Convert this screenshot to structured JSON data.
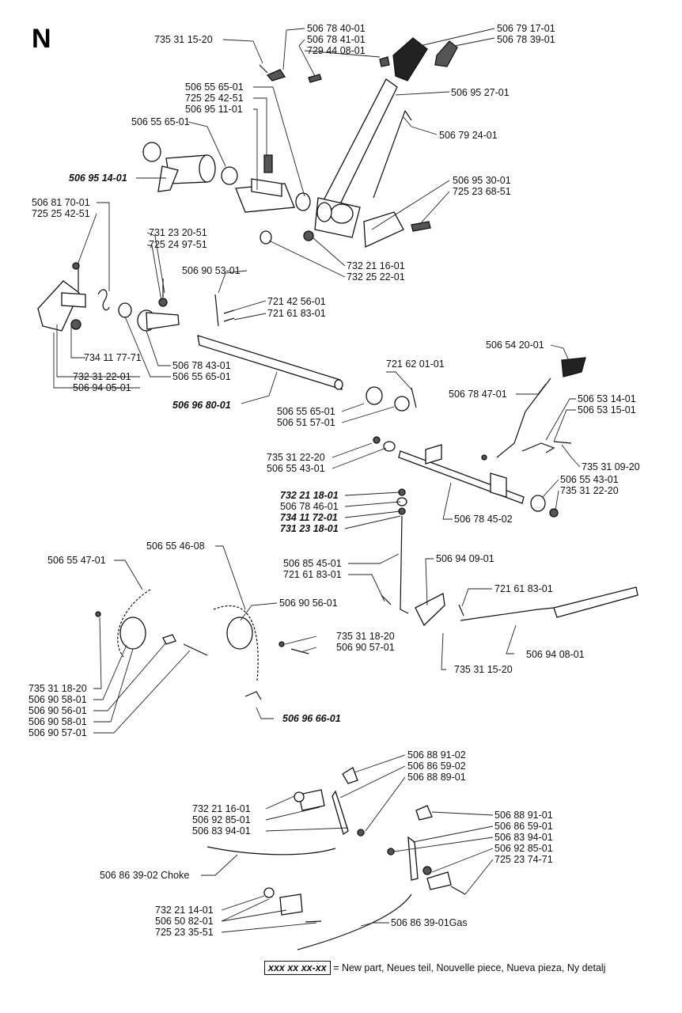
{
  "section": "N",
  "labels": [
    {
      "id": "l1",
      "text": "735 31 15-20"
    },
    {
      "id": "l2",
      "text": "506 78 40-01"
    },
    {
      "id": "l3",
      "text": "506 78 41-01"
    },
    {
      "id": "l4",
      "text": "729 44 08-01"
    },
    {
      "id": "l5",
      "text": "506 79 17-01"
    },
    {
      "id": "l6",
      "text": "506 78 39-01"
    },
    {
      "id": "l7",
      "text": "506 95 27-01"
    },
    {
      "id": "l8",
      "text": "506 79 24-01"
    },
    {
      "id": "l9",
      "text": "506 55 65-01"
    },
    {
      "id": "l10",
      "text": "725 25 42-51"
    },
    {
      "id": "l11",
      "text": "506 95 11-01"
    },
    {
      "id": "l12",
      "text": "506 55 65-01"
    },
    {
      "id": "l13",
      "text": "506 95 14-01",
      "bold": true
    },
    {
      "id": "l14",
      "text": "506 95 30-01"
    },
    {
      "id": "l15",
      "text": "725 23 68-51"
    },
    {
      "id": "l16",
      "text": "506 81 70-01"
    },
    {
      "id": "l17",
      "text": "725 25 42-51"
    },
    {
      "id": "l18",
      "text": "731 23 20-51"
    },
    {
      "id": "l19",
      "text": "725 24 97-51"
    },
    {
      "id": "l20",
      "text": "732 21 16-01"
    },
    {
      "id": "l21",
      "text": "732 25 22-01"
    },
    {
      "id": "l22",
      "text": "506 90 53-01"
    },
    {
      "id": "l23",
      "text": "721 42 56-01"
    },
    {
      "id": "l24",
      "text": "721 61 83-01"
    },
    {
      "id": "l25",
      "text": "506 54 20-01"
    },
    {
      "id": "l26",
      "text": "734 11 77-71"
    },
    {
      "id": "l27",
      "text": "506 78 43-01"
    },
    {
      "id": "l28",
      "text": "732 31 22-01"
    },
    {
      "id": "l29",
      "text": "506 55 65-01"
    },
    {
      "id": "l30",
      "text": "506 94 05-01"
    },
    {
      "id": "l31",
      "text": "721 62 01-01"
    },
    {
      "id": "l32",
      "text": "506 78 47-01"
    },
    {
      "id": "l33",
      "text": "506 53 14-01"
    },
    {
      "id": "l34",
      "text": "506 53 15-01"
    },
    {
      "id": "l35",
      "text": "506 96 80-01",
      "bold": true
    },
    {
      "id": "l36",
      "text": "506 55 65-01"
    },
    {
      "id": "l37",
      "text": "506 51 57-01"
    },
    {
      "id": "l38",
      "text": "735 31 22-20"
    },
    {
      "id": "l39",
      "text": "506 55 43-01"
    },
    {
      "id": "l40",
      "text": "735 31 09-20"
    },
    {
      "id": "l41",
      "text": "506 55 43-01"
    },
    {
      "id": "l42",
      "text": "735 31 22-20"
    },
    {
      "id": "l43",
      "text": "732 21 18-01",
      "bold": true
    },
    {
      "id": "l44",
      "text": "506 78 46-01"
    },
    {
      "id": "l45",
      "text": "734 11 72-01",
      "bold": true
    },
    {
      "id": "l46",
      "text": "731 23 18-01",
      "bold": true
    },
    {
      "id": "l47",
      "text": "506 78 45-02"
    },
    {
      "id": "l48",
      "text": "506 55 46-08"
    },
    {
      "id": "l49",
      "text": "506 55 47-01"
    },
    {
      "id": "l50",
      "text": "506 85 45-01"
    },
    {
      "id": "l51",
      "text": "721 61 83-01"
    },
    {
      "id": "l52",
      "text": "506 94 09-01"
    },
    {
      "id": "l53",
      "text": "506 90 56-01"
    },
    {
      "id": "l54",
      "text": "721 61 83-01"
    },
    {
      "id": "l55",
      "text": "735 31 18-20"
    },
    {
      "id": "l56",
      "text": "506 90 57-01"
    },
    {
      "id": "l57",
      "text": "506 94 08-01"
    },
    {
      "id": "l58",
      "text": "735 31 18-20"
    },
    {
      "id": "l59",
      "text": "506 90 58-01"
    },
    {
      "id": "l60",
      "text": "506 90 56-01"
    },
    {
      "id": "l61",
      "text": "506 90 58-01"
    },
    {
      "id": "l62",
      "text": "506 90 57-01"
    },
    {
      "id": "l63",
      "text": "735 31 15-20"
    },
    {
      "id": "l64",
      "text": "506 96 66-01",
      "bold": true
    },
    {
      "id": "l65",
      "text": "506 88 91-02"
    },
    {
      "id": "l66",
      "text": "506 86 59-02"
    },
    {
      "id": "l67",
      "text": "506 88 89-01"
    },
    {
      "id": "l68",
      "text": "732 21 16-01"
    },
    {
      "id": "l69",
      "text": "506 92 85-01"
    },
    {
      "id": "l70",
      "text": "506 83 94-01"
    },
    {
      "id": "l71",
      "text": "506 88 91-01"
    },
    {
      "id": "l72",
      "text": "506 86 59-01"
    },
    {
      "id": "l73",
      "text": "506 83 94-01"
    },
    {
      "id": "l74",
      "text": "506 92 85-01"
    },
    {
      "id": "l75",
      "text": "725 23 74-71"
    },
    {
      "id": "l76",
      "text": "506 86 39-02 Choke"
    },
    {
      "id": "l77",
      "text": "732 21 14-01"
    },
    {
      "id": "l78",
      "text": "506 50 82-01"
    },
    {
      "id": "l79",
      "text": "725 23 35-51"
    },
    {
      "id": "l80",
      "text": "506 86 39-01Gas"
    }
  ],
  "legend": {
    "box_text": "xxx xx xx-xx",
    "description": "= New part, Neues teil, Nouvelle piece, Nueva pieza, Ny detalj"
  }
}
